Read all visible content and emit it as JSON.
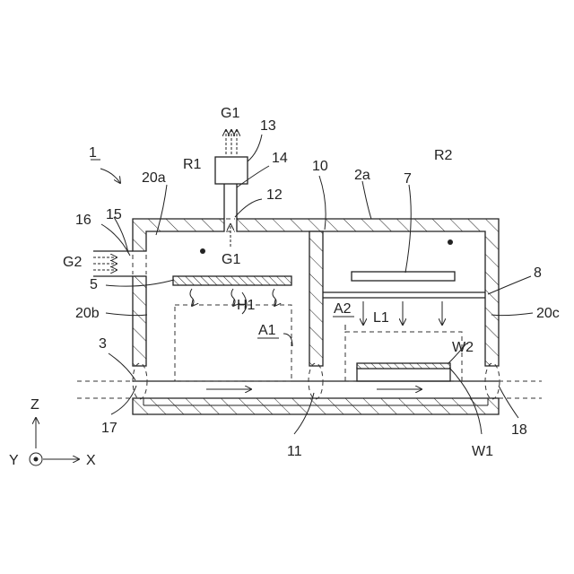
{
  "labels": {
    "device": "1",
    "top_wall": "2a",
    "left_upper": "20a",
    "left_lower": "20b",
    "right_wall": "20c",
    "line": "3",
    "heater": "5",
    "lamp": "7",
    "window": "8",
    "partition": "10",
    "opening_mid": "11",
    "port": "12",
    "pump": "13",
    "pipe": "14",
    "gas_inlet": "15",
    "gas_pipe": "16",
    "opening_left": "17",
    "opening_right": "18",
    "room1": "R1",
    "room2": "R2",
    "gas1_top": "G1",
    "gas1_low": "G1",
    "gas2": "G2",
    "heat": "H1",
    "light": "L1",
    "area1": "A1",
    "area2": "A2",
    "work2": "W2",
    "work1": "W1",
    "axis_z": "Z",
    "axis_y": "Y",
    "axis_x": "X"
  }
}
